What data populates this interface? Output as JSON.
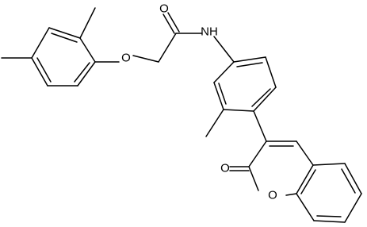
{
  "molecule": {
    "atoms": {
      "amide_oxygen": "O",
      "amide_nitrogen": "NH",
      "ether_oxygen": "O",
      "lactone_carbonyl_oxygen": "O",
      "ring_oxygen": "O"
    }
  }
}
